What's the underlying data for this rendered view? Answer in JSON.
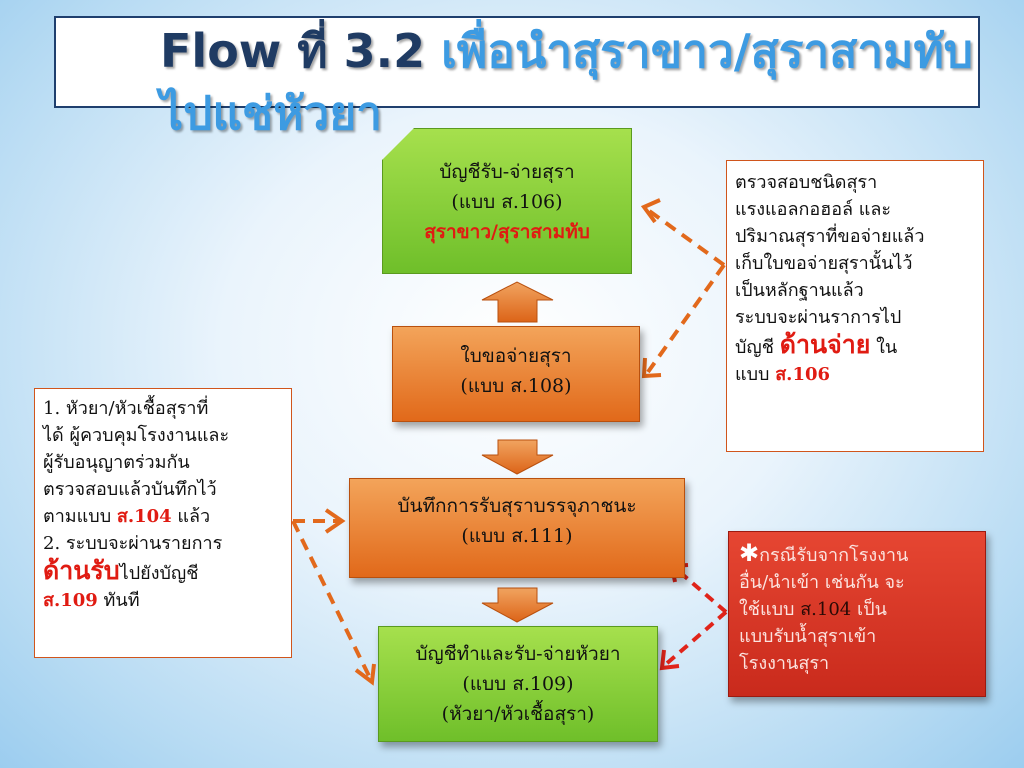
{
  "title": {
    "part1": "Flow ที่ 3.2 ",
    "part2": "เพื่อนำสุราขาว/สุราสามทับไปแช่หัวยา"
  },
  "boxes": {
    "s106": {
      "line1": "บัญชีรับ-จ่ายสุรา",
      "line2": "(แบบ ส.106)",
      "line3": "สุราขาว/สุราสามทับ"
    },
    "s108": {
      "line1": "ใบขอจ่ายสุรา",
      "line2": "(แบบ ส.108)"
    },
    "s111": {
      "line1": "บันทึกการรับสุราบรรจุภาชนะ",
      "line2": "(แบบ ส.111)"
    },
    "s109": {
      "line1": "บัญชีทำและรับ-จ่ายหัวยา",
      "line2": "(แบบ ส.109)",
      "line3": "(หัวยา/หัวเชื้อสุรา)"
    }
  },
  "note_left": {
    "l1": "1. หัวยา/หัวเชื้อสุราที่",
    "l2": "ได้ ผู้ควบคุมโรงงานและ",
    "l3": "ผู้รับอนุญาตร่วมกัน",
    "l4": "ตรวจสอบแล้วบันทึกไว้",
    "l5_a": "ตามแบบ ",
    "l5_red": "ส.104",
    "l5_b": " แล้ว",
    "l6": "2. ระบบจะผ่านรายการ",
    "l7_red": "ด้านรับ",
    "l7_b": "ไปยังบัญชี",
    "l8_red": "ส.109",
    "l8_b": "  ทันที"
  },
  "note_right": {
    "l1": "ตรวจสอบชนิดสุรา",
    "l2": "แรงแอลกอฮอล์ และ",
    "l3": "ปริมาณสุราที่ขอจ่ายแล้ว",
    "l4": "เก็บใบขอจ่ายสุรานั้นไว้",
    "l5": "เป็นหลักฐานแล้ว",
    "l6": "ระบบจะผ่านราการไป",
    "l7_a": "บัญชี ",
    "l7_red": "ด้านจ่าย",
    "l7_b": " ใน",
    "l8_a": "แบบ ",
    "l8_red": "ส.106"
  },
  "note_red": {
    "star": "✱",
    "l1": "กรณีรับจากโรงงาน",
    "l2": "อื่น/นำเข้า เช่นกัน จะ",
    "l3_a": "ใช้แบบ ",
    "l3_dark": "ส.104",
    "l3_b": " เป็น",
    "l4": "แบบรับน้ำสุราเข้า",
    "l5": "โรงงานสุรา"
  },
  "colors": {
    "green": "#8ed13d",
    "orange": "#e9822f",
    "red": "#e01b12",
    "title_dark": "#1f3b63",
    "title_light": "#3d9be2",
    "arrow": "#e2691c"
  }
}
